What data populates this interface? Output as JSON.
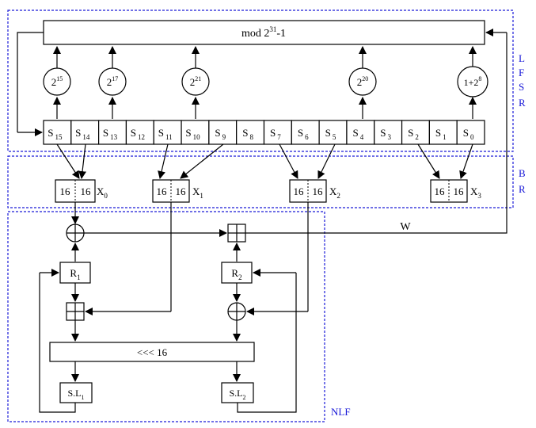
{
  "mod_label": "mod 2",
  "mod_exp": "31",
  "mod_suffix": "-1",
  "multipliers": [
    {
      "base": "2",
      "exp": "15"
    },
    {
      "base": "2",
      "exp": "17"
    },
    {
      "base": "2",
      "exp": "21"
    },
    {
      "base": "2",
      "exp": "20"
    },
    {
      "base": "1+2",
      "exp": "8"
    }
  ],
  "cells": [
    {
      "s": "S",
      "sub": "15"
    },
    {
      "s": "S",
      "sub": "14"
    },
    {
      "s": "S",
      "sub": "13"
    },
    {
      "s": "S",
      "sub": "12"
    },
    {
      "s": "S",
      "sub": "11"
    },
    {
      "s": "S",
      "sub": "10"
    },
    {
      "s": "S",
      "sub": "9"
    },
    {
      "s": "S",
      "sub": "8"
    },
    {
      "s": "S",
      "sub": "7"
    },
    {
      "s": "S",
      "sub": "6"
    },
    {
      "s": "S",
      "sub": "5"
    },
    {
      "s": "S",
      "sub": "4"
    },
    {
      "s": "S",
      "sub": "3"
    },
    {
      "s": "S",
      "sub": "2"
    },
    {
      "s": "S",
      "sub": "1"
    },
    {
      "s": "S",
      "sub": "0"
    }
  ],
  "sixteen": "16",
  "x_words": [
    {
      "name": "X",
      "sub": "0"
    },
    {
      "name": "X",
      "sub": "1"
    },
    {
      "name": "X",
      "sub": "2"
    },
    {
      "name": "X",
      "sub": "3"
    }
  ],
  "w_label": "W",
  "registers": [
    {
      "name": "R",
      "sub": "1"
    },
    {
      "name": "R",
      "sub": "2"
    }
  ],
  "rotate_label": "<<< 16",
  "sboxes": [
    {
      "name": "S.L",
      "sub": "1"
    },
    {
      "name": "S.L",
      "sub": "2"
    }
  ],
  "sections": {
    "lfsr": [
      "L",
      "F",
      "S",
      "R"
    ],
    "br": [
      "B",
      "R"
    ],
    "nlf": "NLF"
  },
  "colors": {
    "section_border": "#1a1ad8",
    "line": "#000000"
  }
}
